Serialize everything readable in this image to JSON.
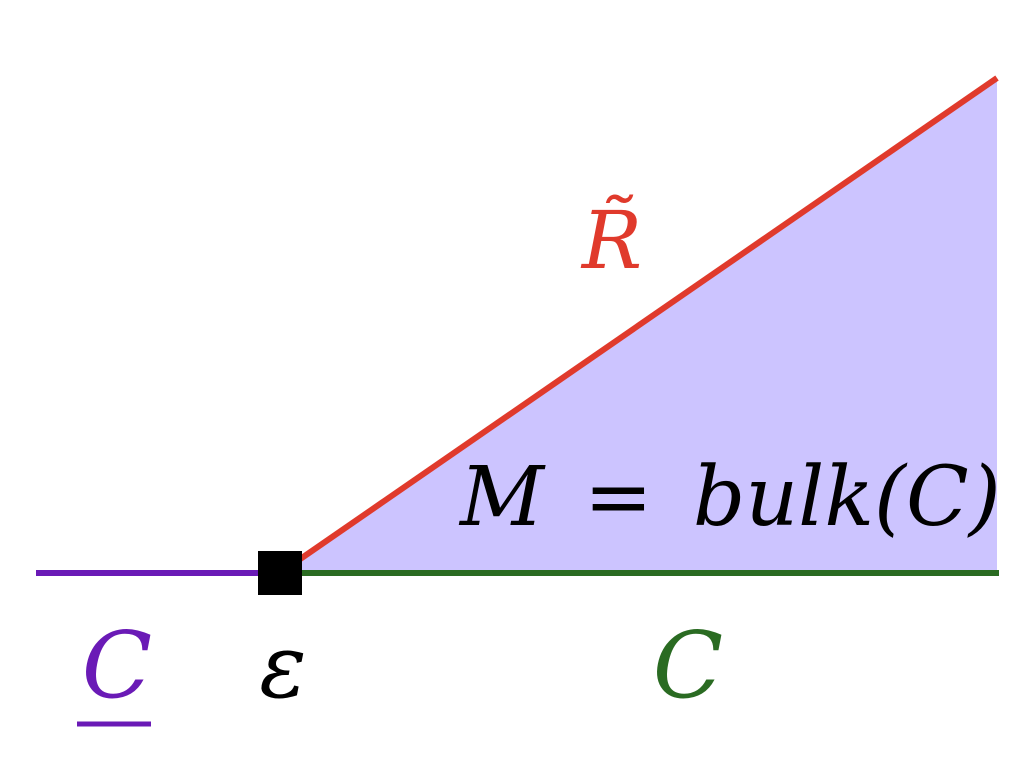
{
  "labels": {
    "r_tilde": "R̃",
    "bulk_lhs": "M",
    "bulk_eq": "=",
    "bulk_rhs": "bulk(C)",
    "epsilon": "ε",
    "c_green": "C",
    "c_underline": "C"
  },
  "colors": {
    "region_fill": "#ccc4ff",
    "red_edge": "#e03a2c",
    "green_edge": "#2a6b22",
    "purple_edge": "#6a1ab6",
    "junction": "#000000",
    "text_black": "#000000"
  }
}
